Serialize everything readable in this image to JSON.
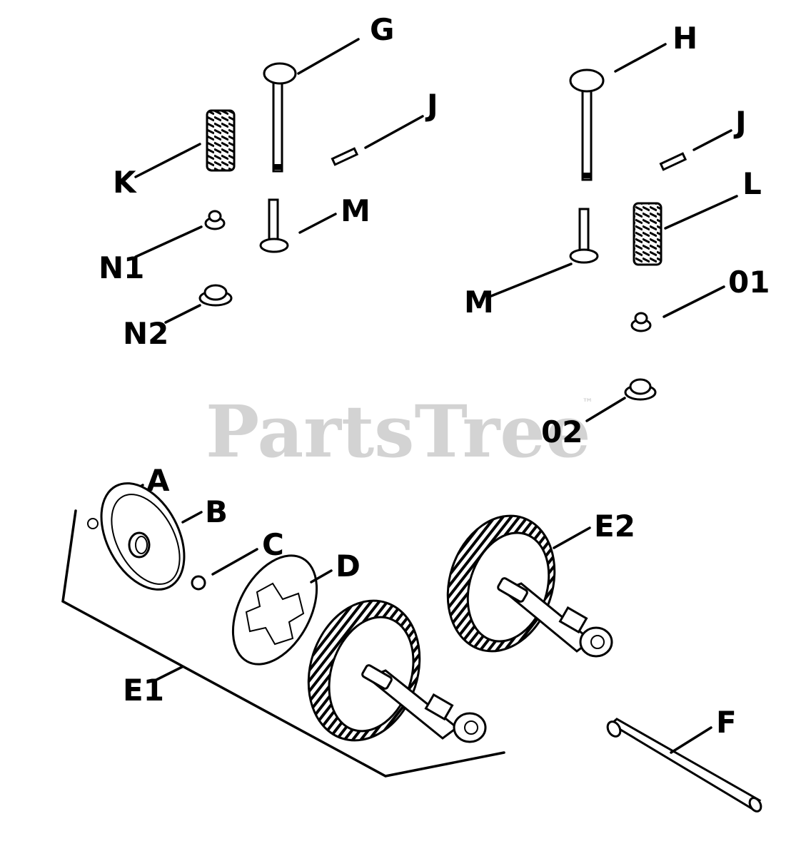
{
  "watermark": {
    "text": "PartsTree",
    "trademark": "™"
  },
  "labels": {
    "G": "G",
    "H": "H",
    "J1": "J",
    "J2": "J",
    "K": "K",
    "L": "L",
    "M1": "M",
    "M2": "M",
    "N1": "N1",
    "N2": "N2",
    "O1": "01",
    "O2": "02",
    "A": "A",
    "B": "B",
    "C": "C",
    "D": "D",
    "E1": "E1",
    "E2": "E2",
    "F": "F"
  }
}
